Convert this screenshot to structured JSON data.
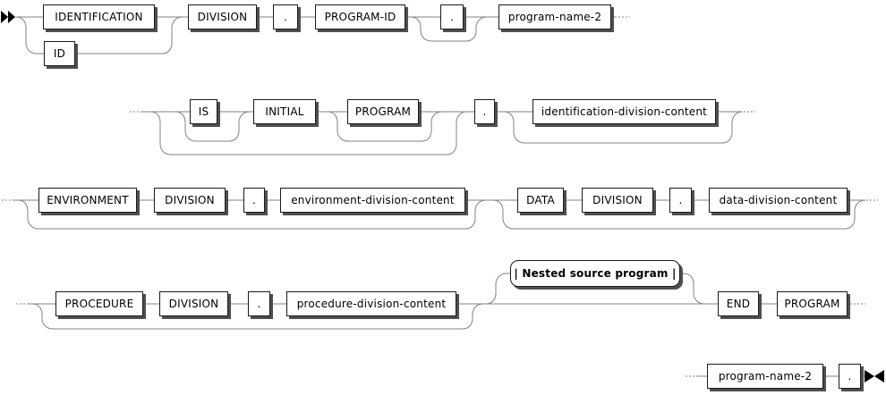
{
  "diagram": {
    "kind": "railroad-syntax-diagram",
    "colors": {
      "background": "#ffffff",
      "line": "#848284",
      "box_border": "#1a1a1a",
      "box_shadow": "#4f4f4f",
      "text": "#000000"
    },
    "markers": {
      "start": "▶▶",
      "end": "▶◀",
      "continuation": "···"
    },
    "row1": {
      "identification": "IDENTIFICATION",
      "id": "ID",
      "division": "DIVISION",
      "period1": ".",
      "program_id": "PROGRAM-ID",
      "period2": ".",
      "program_name": "program-name-2"
    },
    "row2": {
      "is": "IS",
      "initial": "INITIAL",
      "program": "PROGRAM",
      "period": ".",
      "content": "identification-division-content"
    },
    "row3": {
      "environment": "ENVIRONMENT",
      "division1": "DIVISION",
      "period1": ".",
      "environment_content": "environment-division-content",
      "data": "DATA",
      "division2": "DIVISION",
      "period2": ".",
      "data_content": "data-division-content"
    },
    "row4": {
      "procedure": "PROCEDURE",
      "division": "DIVISION",
      "period": ".",
      "content": "procedure-division-content",
      "nested": "| Nested source program |",
      "end": "END",
      "program": "PROGRAM"
    },
    "row5": {
      "program_name": "program-name-2",
      "period": "."
    }
  }
}
